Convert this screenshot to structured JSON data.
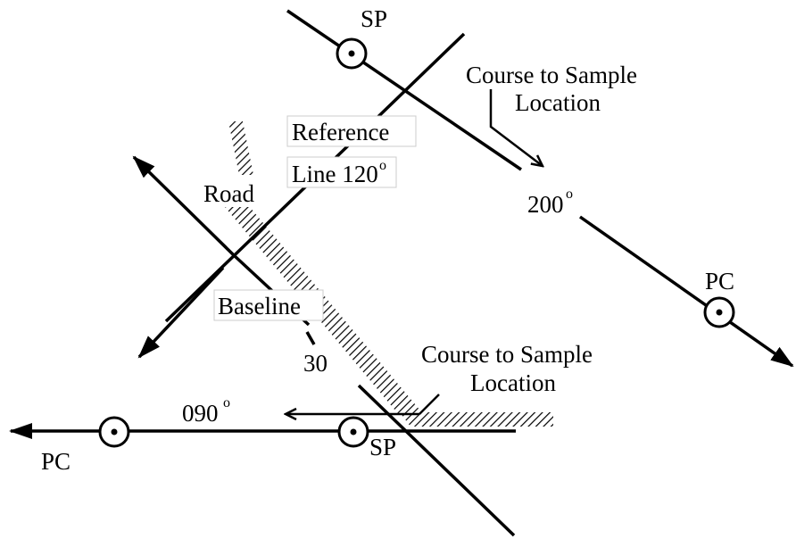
{
  "labels": {
    "sp_top": "SP",
    "course_top_line1": "Course to Sample",
    "course_top_line2": "Location",
    "reference_line1": "Reference",
    "reference_line2": "Line 120",
    "reference_degree": "o",
    "road": "Road",
    "angle_200": "200",
    "angle_200_degree": "o",
    "pc_right": "PC",
    "baseline": "Baseline",
    "baseline_30": "30",
    "course_bottom_line1": "Course to Sample",
    "course_bottom_line2": "Location",
    "angle_090": "090",
    "angle_090_degree": "o",
    "pc_left": "PC",
    "sp_bottom": "SP"
  },
  "icons": {
    "station_marker": "circle-dot-icon",
    "arrowhead": "arrowhead-icon"
  },
  "colors": {
    "line": "#000000",
    "background": "#ffffff"
  }
}
